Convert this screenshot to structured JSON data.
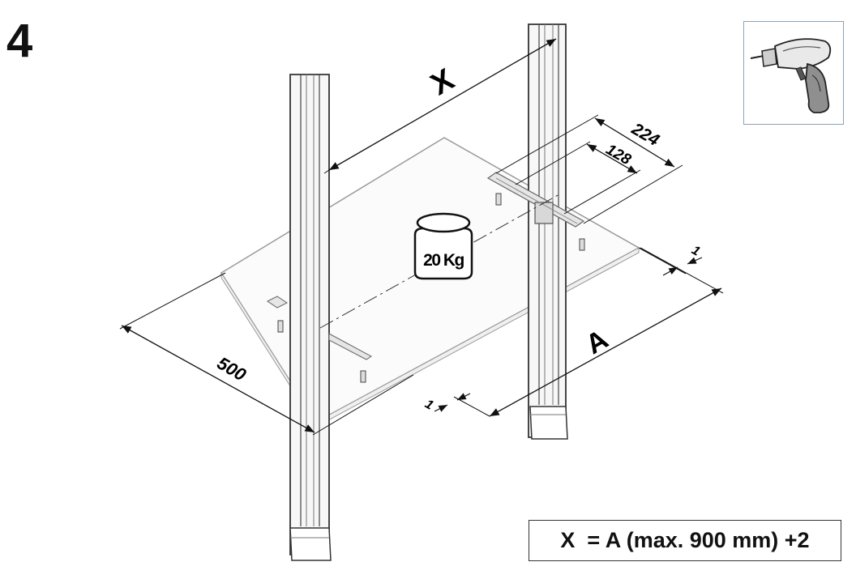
{
  "step": {
    "number": "4"
  },
  "tool": {
    "icon": "cordless-screwdriver-icon"
  },
  "dimensions": {
    "x_label": "X",
    "a_label": "A",
    "depth_label": "500",
    "outer_bracket_label": "224",
    "inner_bracket_label": "128",
    "gap_right_label": "1",
    "gap_left_label": "1"
  },
  "load": {
    "label": "20 Kg",
    "icon": "weight-icon"
  },
  "formula": {
    "text": "X  = A (max. 900 mm) +2"
  },
  "colors": {
    "line": "#111111",
    "shelf_edge": "#9a9a9a",
    "post_fill": "#f7f7f7"
  }
}
